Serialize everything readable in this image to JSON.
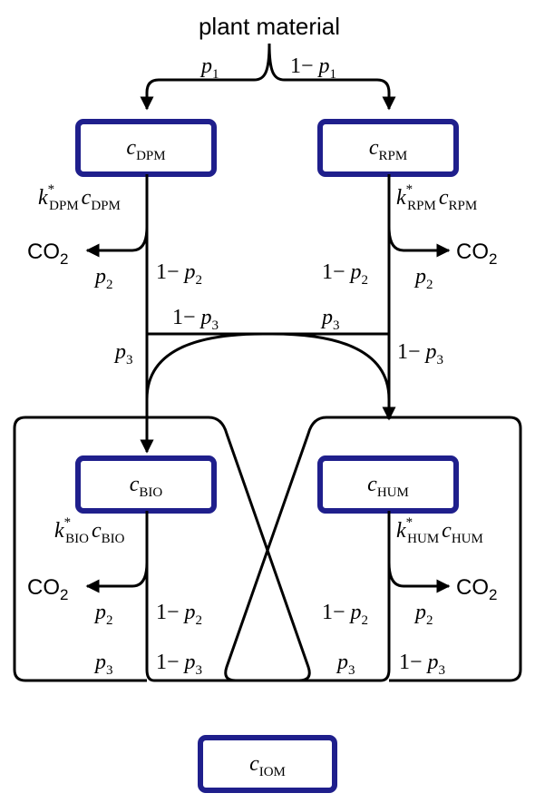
{
  "source": {
    "label": "plant material"
  },
  "split": {
    "left": "p1",
    "right": "1- p1"
  },
  "pools": {
    "dpm": {
      "main": "c",
      "sub": "DPM"
    },
    "rpm": {
      "main": "c",
      "sub": "RPM"
    },
    "bio": {
      "main": "c",
      "sub": "BIO"
    },
    "hum": {
      "main": "c",
      "sub": "HUM"
    },
    "iom": {
      "main": "c",
      "sub": "IOM"
    }
  },
  "rates": {
    "dpm": {
      "k": "k",
      "star": "*",
      "ksub": "DPM",
      "c": "c",
      "csub": "DPM"
    },
    "rpm": {
      "k": "k",
      "star": "*",
      "ksub": "RPM",
      "c": "c",
      "csub": "RPM"
    },
    "bio": {
      "k": "k",
      "star": "*",
      "ksub": "BIO",
      "c": "c",
      "csub": "BIO"
    },
    "hum": {
      "k": "k",
      "star": "*",
      "ksub": "HUM",
      "c": "c",
      "csub": "HUM"
    }
  },
  "co2": {
    "text": "CO",
    "sub": "2"
  },
  "fractions": {
    "p2": "p",
    "p2_sub": "2",
    "one_minus": "1− ",
    "p3": "p",
    "p3_sub": "3"
  },
  "colors": {
    "pool_border": "#1f1f8c",
    "line": "#000000"
  }
}
